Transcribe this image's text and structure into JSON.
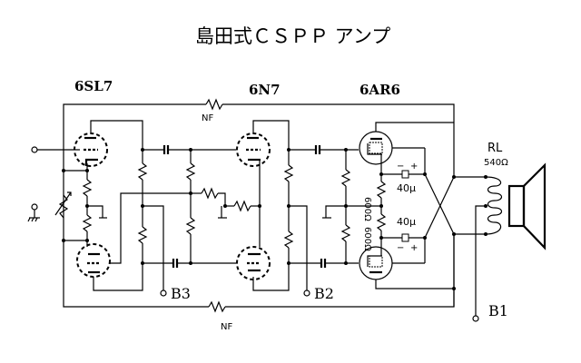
{
  "title": "島田式ＣＳＰＰ アンプ",
  "tubes": {
    "stage1": "6SL7",
    "stage2": "6N7",
    "output": "6AR6"
  },
  "feedback": {
    "top_label": "NF",
    "bottom_label": "NF"
  },
  "load": {
    "label": "RL",
    "value": "540Ω"
  },
  "output_stage": {
    "resistor_top": "600Ω",
    "resistor_bottom": "600Ω",
    "cap_top": "40μ",
    "cap_bottom": "40μ",
    "cap_top_minus": "−",
    "cap_top_plus": "+",
    "cap_bottom_minus": "−",
    "cap_bottom_plus": "+"
  },
  "terminals": {
    "b1": "B1",
    "b2": "B2",
    "b3": "B3"
  }
}
